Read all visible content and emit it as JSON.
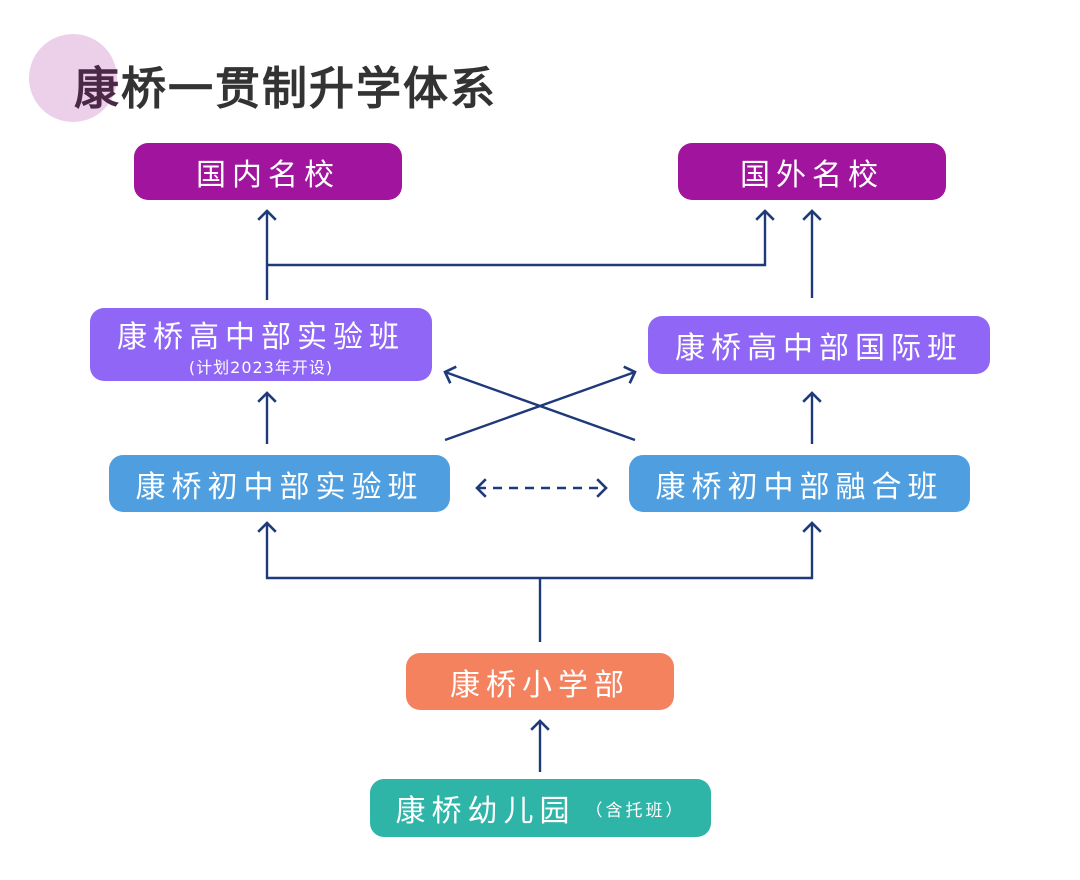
{
  "title": {
    "first": "康",
    "rest": "桥一贯制升学体系"
  },
  "nodes": {
    "domestic": "国内名校",
    "overseas": "国外名校",
    "high_exp": "康桥高中部实验班",
    "high_exp_note": "(计划2023年开设)",
    "high_intl": "康桥高中部国际班",
    "middle_exp": "康桥初中部实验班",
    "middle_fusion": "康桥初中部融合班",
    "primary": "康桥小学部",
    "kinder": "康桥幼儿园",
    "kinder_note": "（含托班）"
  },
  "colors": {
    "top": "#a0149e",
    "high": "#9066f6",
    "middle": "#4f9fe0",
    "primary": "#f5825e",
    "kinder": "#2fb5a8",
    "arrow": "#1f3a7a"
  }
}
